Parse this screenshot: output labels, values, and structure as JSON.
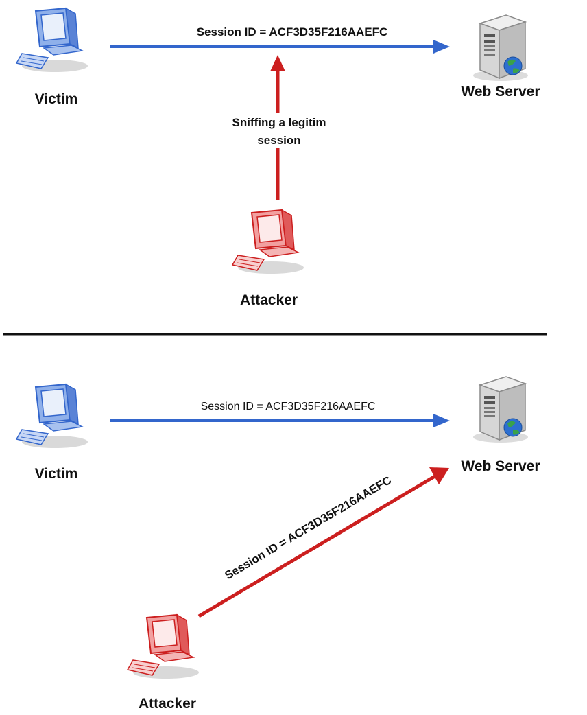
{
  "colors": {
    "victim": "#3366cc",
    "attacker": "#cc1f1f",
    "divider": "#111111",
    "server": "#cfcfcf"
  },
  "icons": {
    "victim": "computer-icon",
    "attacker": "computer-icon",
    "server": "web-server-icon"
  },
  "scene1": {
    "victim_label": "Victim",
    "server_label": "Web Server",
    "attacker_label": "Attacker",
    "session_label": "Session ID = ACF3D35F216AAEFC",
    "sniff_line1": "Sniffing a legitim",
    "sniff_line2": "session"
  },
  "scene2": {
    "victim_label": "Victim",
    "server_label": "Web Server",
    "attacker_label": "Attacker",
    "session_label": "Session ID = ACF3D35F216AAEFC",
    "hijack_label": "Session ID = ACF3D35F216AAEFC"
  }
}
